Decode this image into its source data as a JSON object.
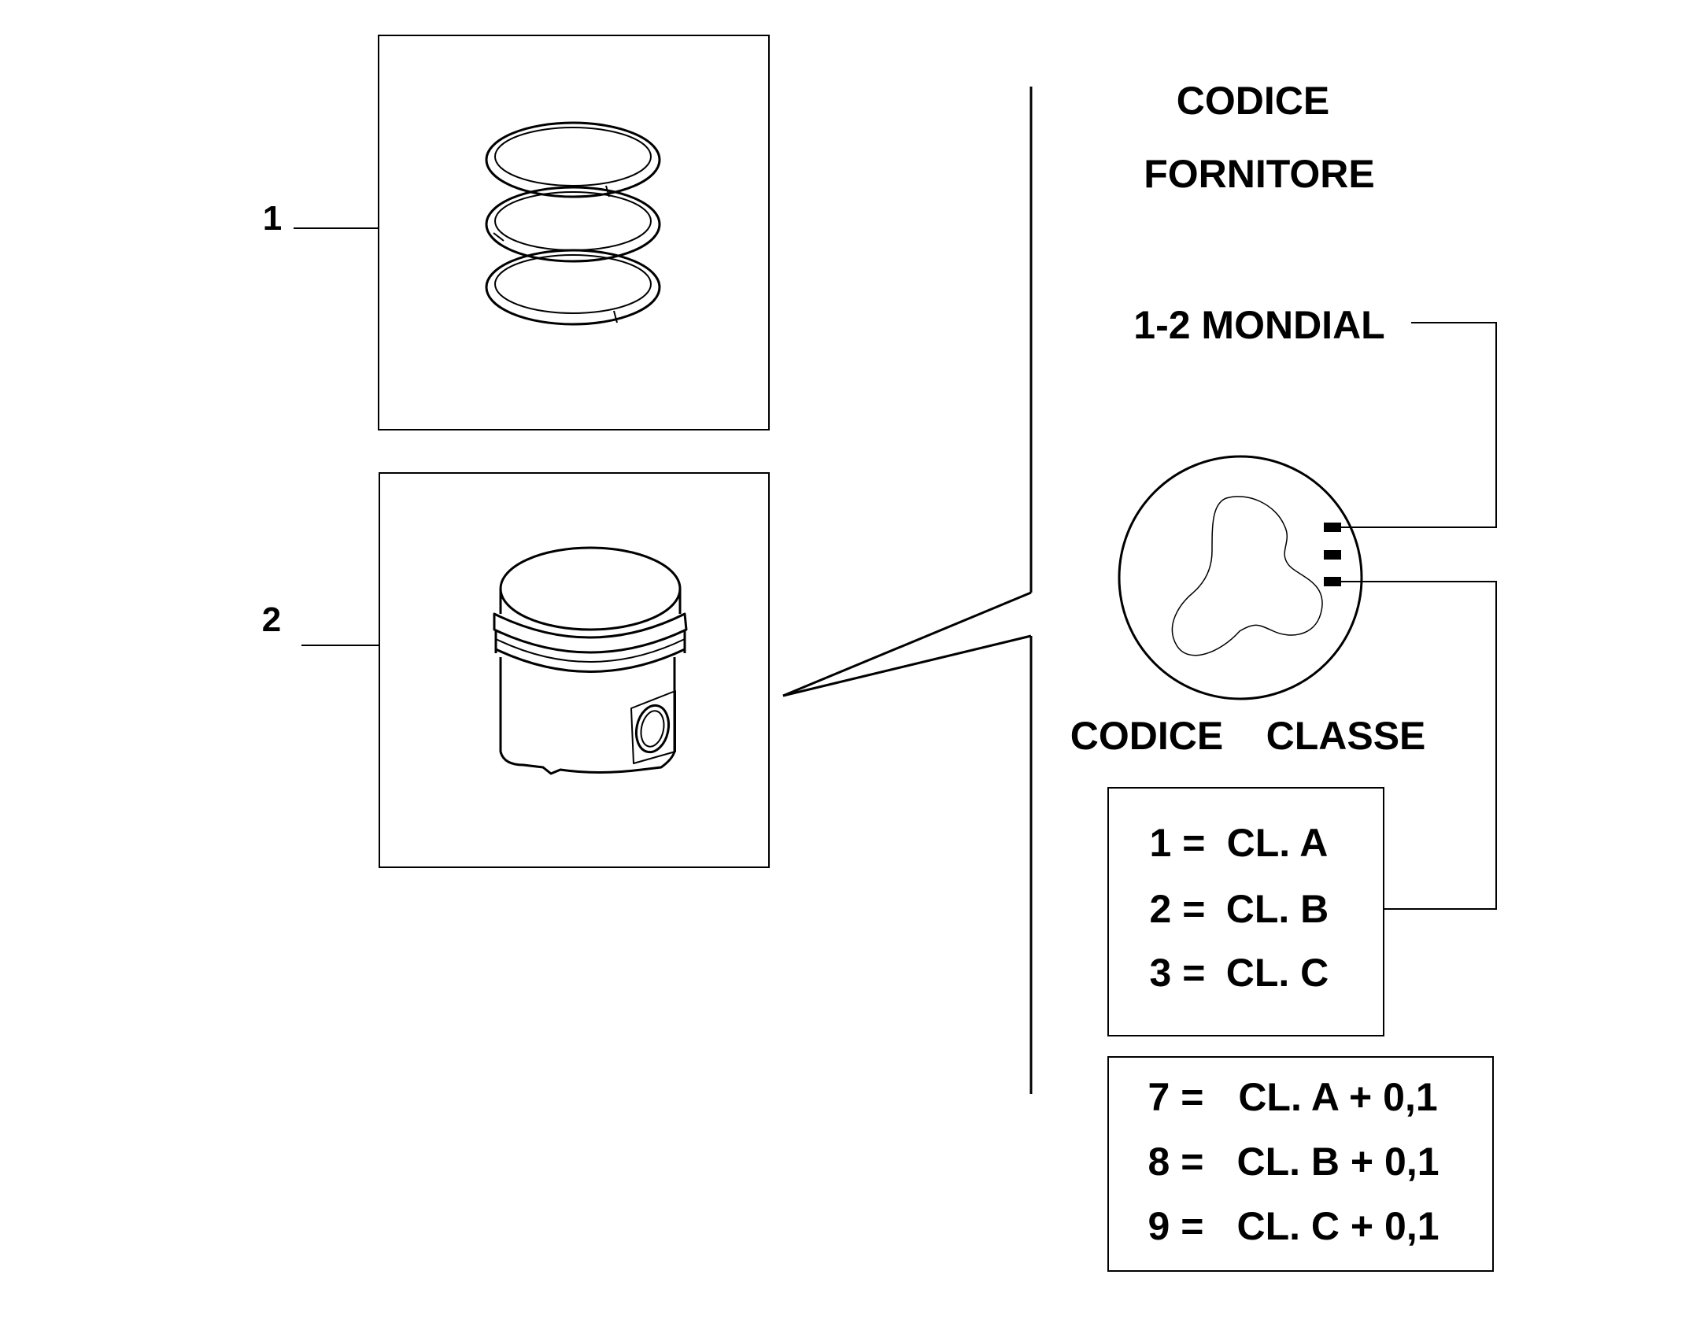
{
  "callouts": {
    "item1": "1",
    "item2": "2"
  },
  "supplier": {
    "title_line1": "CODICE",
    "title_line2": "FORNITORE",
    "value": "1-2 MONDIAL"
  },
  "class_code": {
    "title_word1": "CODICE",
    "title_word2": "CLASSE"
  },
  "standard_classes": [
    {
      "code": "1 =",
      "cls": "CL. A"
    },
    {
      "code": "2 =",
      "cls": "CL. B"
    },
    {
      "code": "3 =",
      "cls": "CL. C"
    }
  ],
  "oversize_classes": [
    {
      "code": "7 =",
      "cls": "CL. A + 0,1"
    },
    {
      "code": "8 =",
      "cls": "CL. B + 0,1"
    },
    {
      "code": "9 =",
      "cls": "CL. C + 0,1"
    }
  ]
}
